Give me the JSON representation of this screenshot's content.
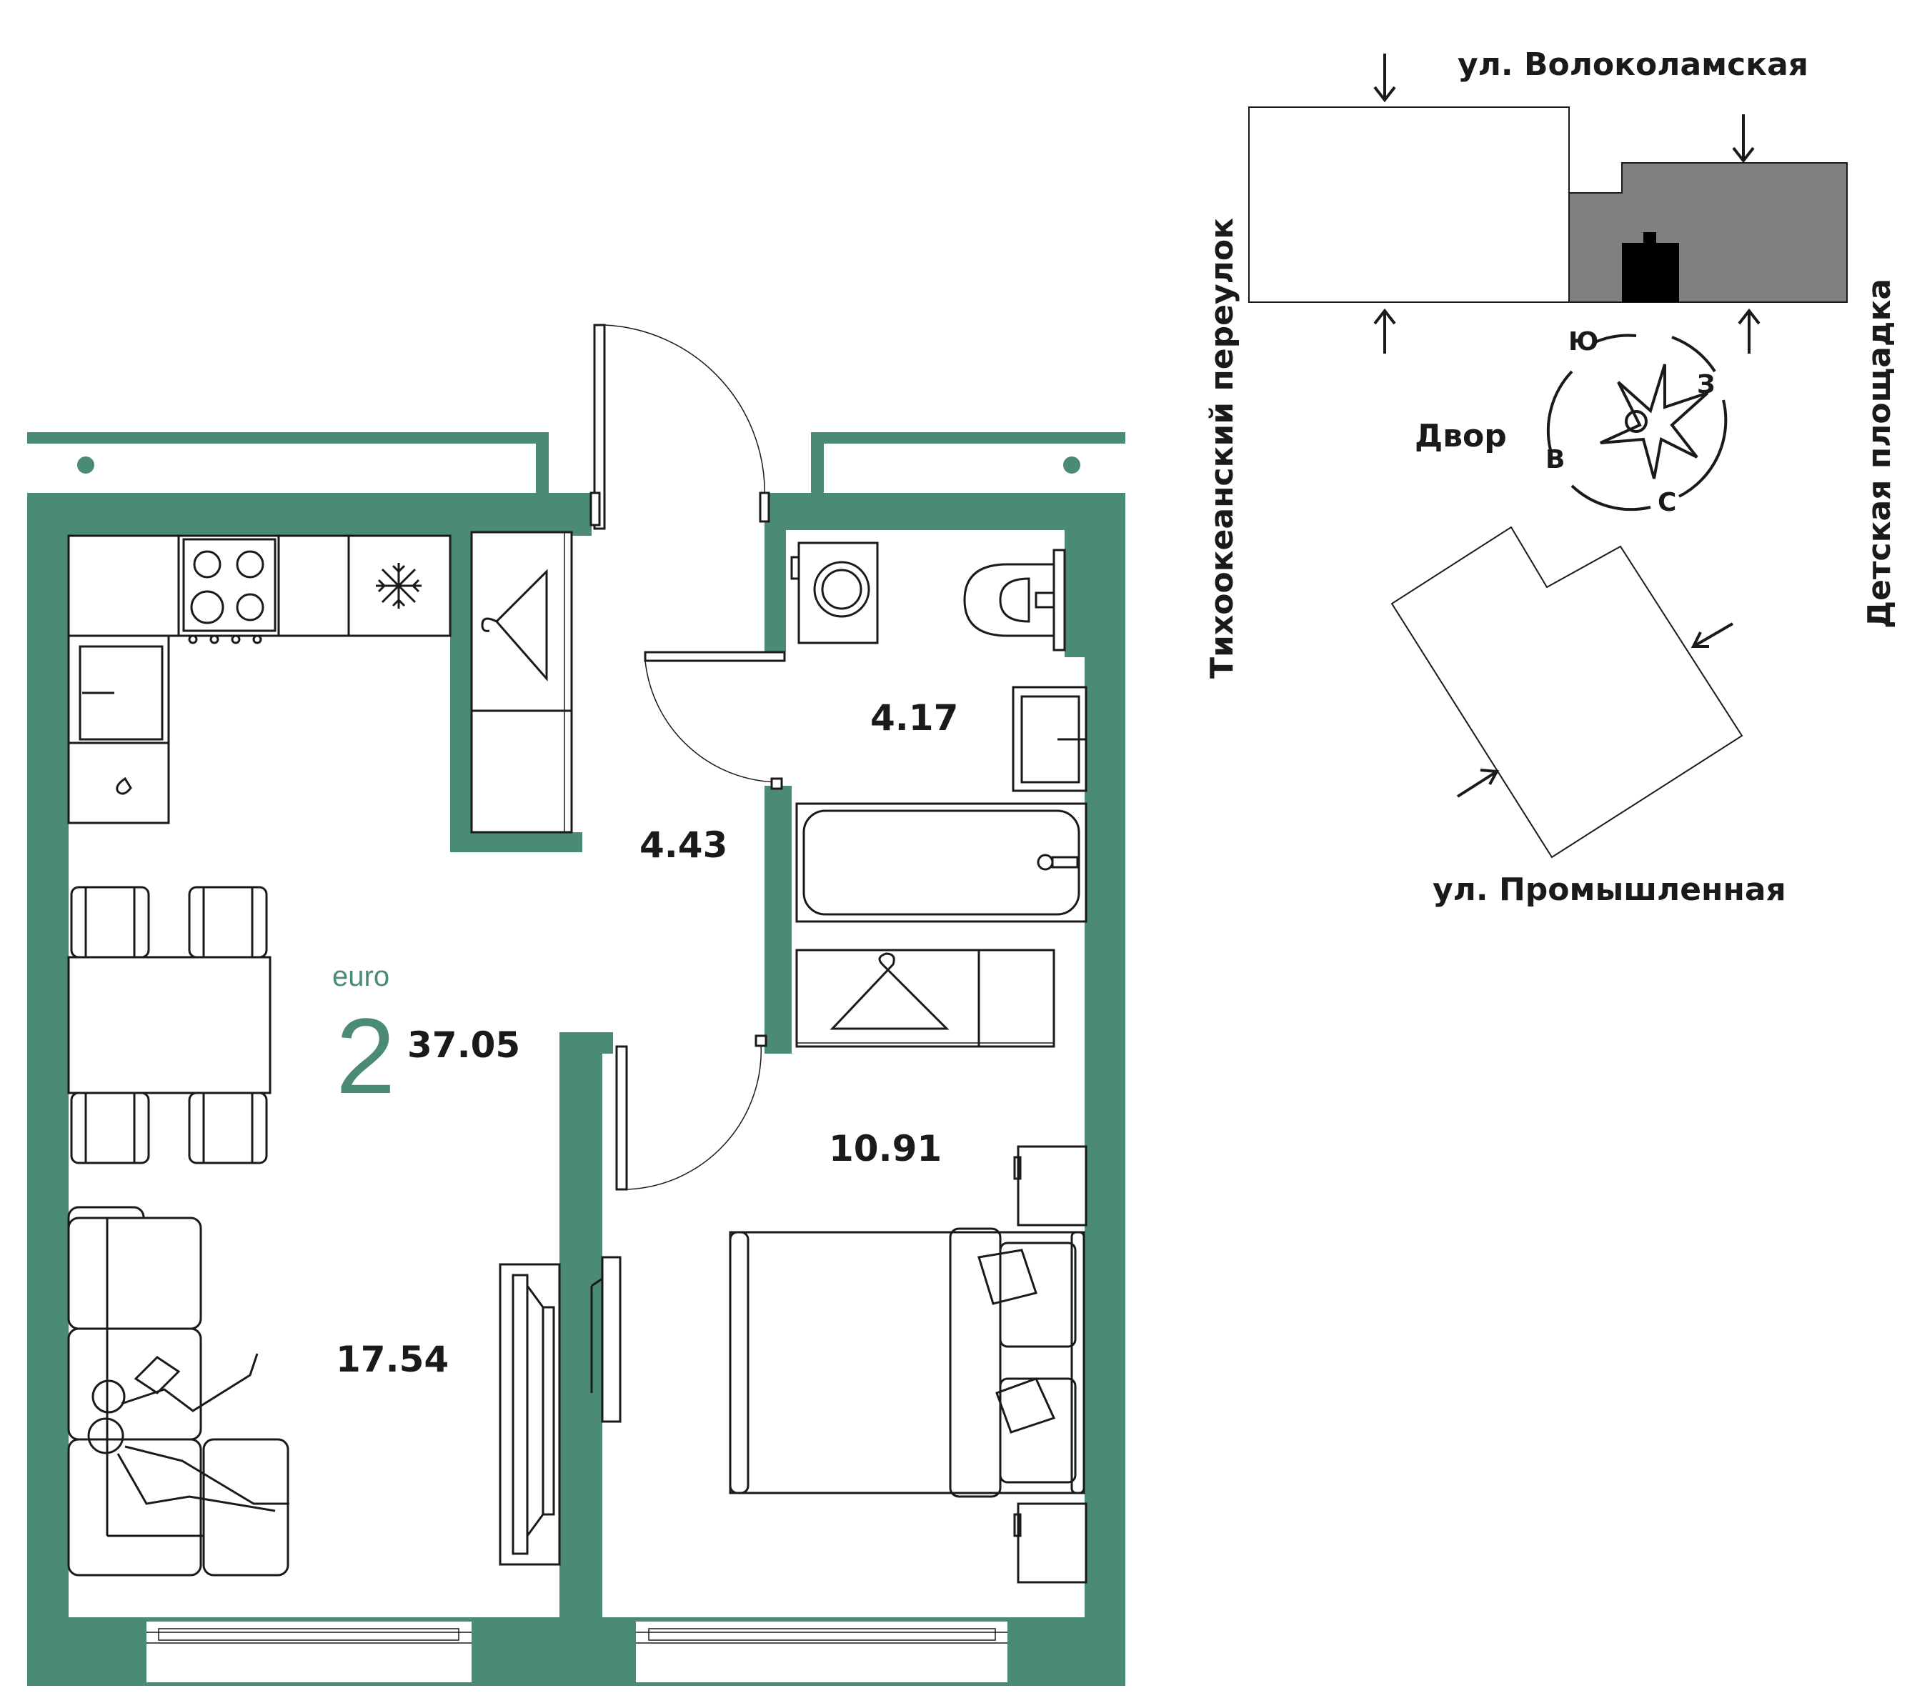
{
  "colors": {
    "wall": "#4a8a76",
    "ink": "#1a1a1a",
    "site_dark": "#808080"
  },
  "apartment": {
    "format_label": "euro",
    "rooms_count": "2",
    "total_area": "37.05"
  },
  "rooms": {
    "living_kitchen": "17.54",
    "hallway": "4.43",
    "bathroom": "4.17",
    "bedroom": "10.91"
  },
  "site": {
    "street_top": "ул. Волоколамская",
    "street_bottom": "ул. Промышленная",
    "lane_left": "Тихоокеанский переулок",
    "playground_right": "Детская площадка",
    "courtyard": "Двор"
  },
  "compass": {
    "south": "Ю",
    "west": "З",
    "north": "С",
    "east": "В"
  },
  "icons": [
    "stove-icon",
    "fridge-snowflake-icon",
    "hanger-icon",
    "washing-machine-icon",
    "toilet-icon",
    "sink-icon",
    "bathtub-icon",
    "bed-icon",
    "sofa-icon",
    "tv-stand-icon",
    "compass-icon",
    "entrance-arrow-icon",
    "building-block-icon"
  ]
}
